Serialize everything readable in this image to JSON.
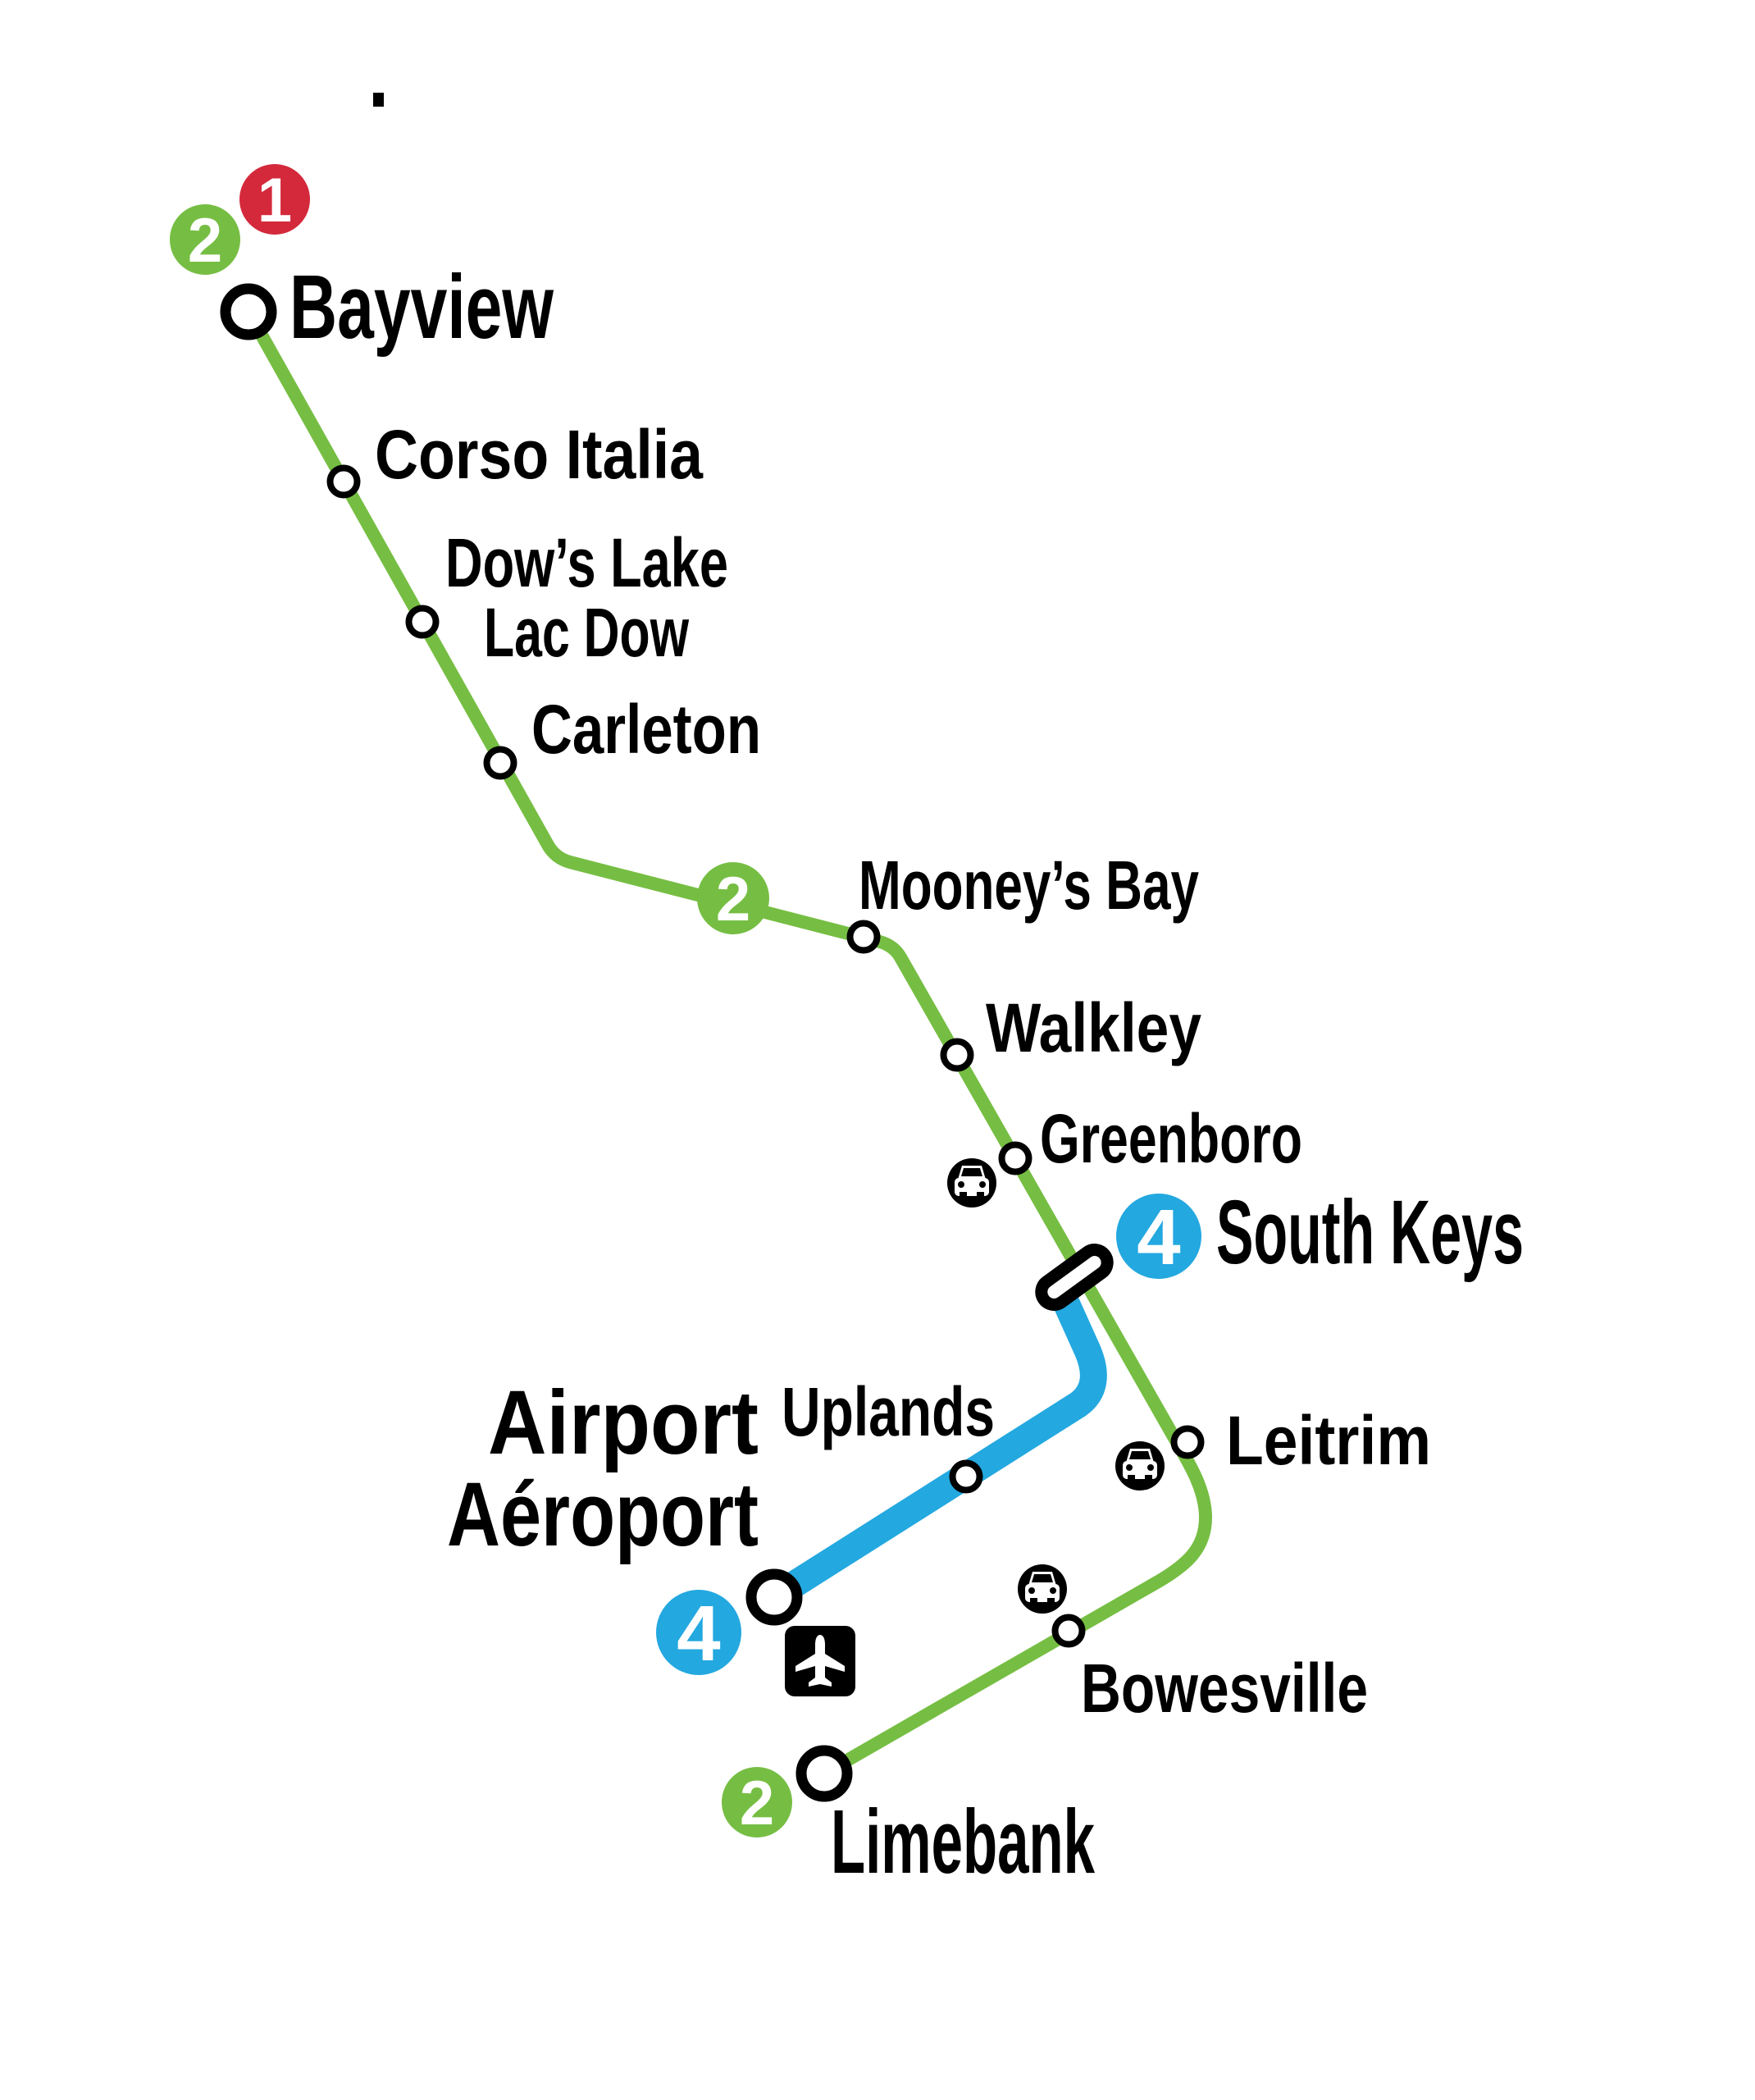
{
  "colors": {
    "line1_red": "#D4293B",
    "line2_green": "#76BE43",
    "line4_blue": "#23A8E0",
    "marker_black": "#000000",
    "background": "#ffffff"
  },
  "badges": {
    "line1": {
      "number": "1"
    },
    "line2": {
      "number": "2"
    },
    "line4": {
      "number": "4"
    }
  },
  "stations": {
    "bayview": {
      "label": "Bayview"
    },
    "corso_italia": {
      "label": "Corso Italia"
    },
    "dows_lake": {
      "label": "Dow’s Lake",
      "label_fr": "Lac Dow"
    },
    "carleton": {
      "label": "Carleton"
    },
    "mooneys_bay": {
      "label": "Mooney’s Bay"
    },
    "walkley": {
      "label": "Walkley"
    },
    "greenboro": {
      "label": "Greenboro"
    },
    "south_keys": {
      "label": "South Keys"
    },
    "uplands": {
      "label": "Uplands"
    },
    "leitrim": {
      "label": "Leitrim"
    },
    "airport": {
      "label_en": "Airport",
      "label_fr": "Aéroport"
    },
    "bowesville": {
      "label": "Bowesville"
    },
    "limebank": {
      "label": "Limebank"
    }
  },
  "icons": {
    "park_and_ride": "park-and-ride-car-icon",
    "airport": "airplane-icon"
  }
}
